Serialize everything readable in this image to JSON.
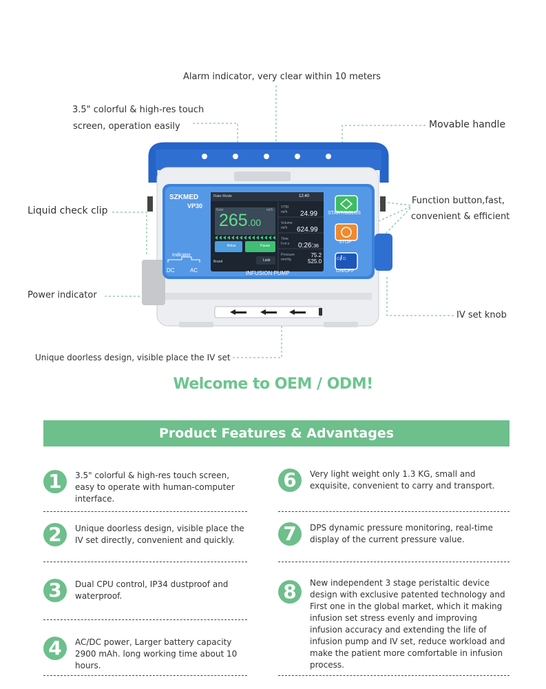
{
  "callouts": {
    "alarm": "Alarm indicator, very clear within 10 meters",
    "screen_line1": "3.5\" colorful & high-res touch",
    "screen_line2": "screen, operation easily",
    "handle": "Movable handle",
    "clip": "Liquid check clip",
    "function_line1": "Function button,fast,",
    "function_line2": "convenient & efficient",
    "power": "Power indicator",
    "knob": "IV set knob",
    "doorless": "Unique doorless design, visible place the IV set"
  },
  "device": {
    "brand": "SZKMED",
    "model": "VP30",
    "indicator": "Indicator",
    "dc": "DC",
    "ac": "AC",
    "label": "INFUSION PUMP",
    "screen": {
      "mode": "Rate Mode",
      "clock": "12:40",
      "rate_label": "Rate",
      "rate_unit": "ml/h",
      "rate_value": "265",
      "rate_decimal": ".00",
      "vtbi_label": "VTBI",
      "vtbi_unit": "ml/h",
      "vtbi_value": "24.99",
      "volume_label": "Volume",
      "volume_unit": "ml/h",
      "volume_value": "624.99",
      "time_label": "Time",
      "time_unit": "h:m:s",
      "time_value": "0:26:",
      "time_sec": "36",
      "pressure_label": "Pressure",
      "pressure_unit": "mmHg",
      "pressure_value1": "75.2",
      "pressure_value2": "525.0",
      "bolus_btn": "Bolus",
      "pause_btn": "Pause",
      "brand_small": "Brand",
      "lock_btn": "Lock"
    },
    "buttons": {
      "start": "START/BOLUS",
      "stop": "STOP",
      "onoff": "ON/OFF"
    }
  },
  "welcome": "Welcome to OEM / ODM!",
  "banner": "Product Features & Advantages",
  "features": [
    {
      "num": "1",
      "text": "3.5\" colorful & high-res touch screen, easy to operate with human-computer interface."
    },
    {
      "num": "2",
      "text": "Unique doorless design, visible place the IV set directly, convenient and quickly."
    },
    {
      "num": "3",
      "text": "Dual CPU control, IP34 dustproof and waterproof."
    },
    {
      "num": "4",
      "text": "AC/DC power, Larger battery capacity 2900 mAh. long working time about 10 hours."
    },
    {
      "num": "6",
      "text": "Very light weight only 1.3 KG, small and exquisite, convenient to carry and transport."
    },
    {
      "num": "7",
      "text": "DPS dynamic pressure monitoring, real-time display of the current pressure value."
    },
    {
      "num": "8",
      "text": "New independent 3 stage peristaltic device design with exclusive patented technology and First one in the global market, which it making infusion set stress evenly and improving infusion accuracy and extending the life of infusion pump and IV set, reduce workload and make the patient more comfortable in infusion process."
    }
  ],
  "colors": {
    "accent_green": "#6dbf8b",
    "heading_green": "#6cc58e",
    "device_blue": "#2f6fd1"
  }
}
